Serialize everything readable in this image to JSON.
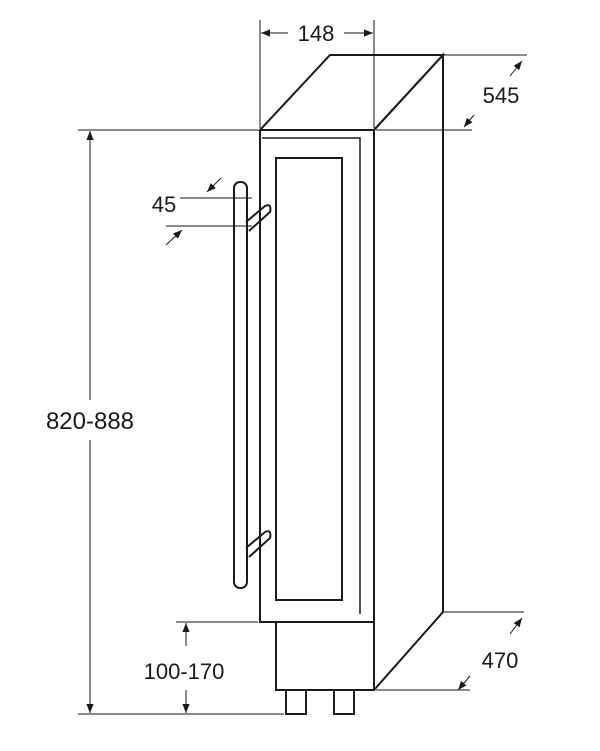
{
  "dimensions": {
    "width": "148",
    "depth_top": "545",
    "handle_offset": "45",
    "height": "820-888",
    "plinth": "100-170",
    "depth_bottom": "470"
  },
  "colors": {
    "line": "#1a1a1a",
    "background": "#ffffff"
  }
}
